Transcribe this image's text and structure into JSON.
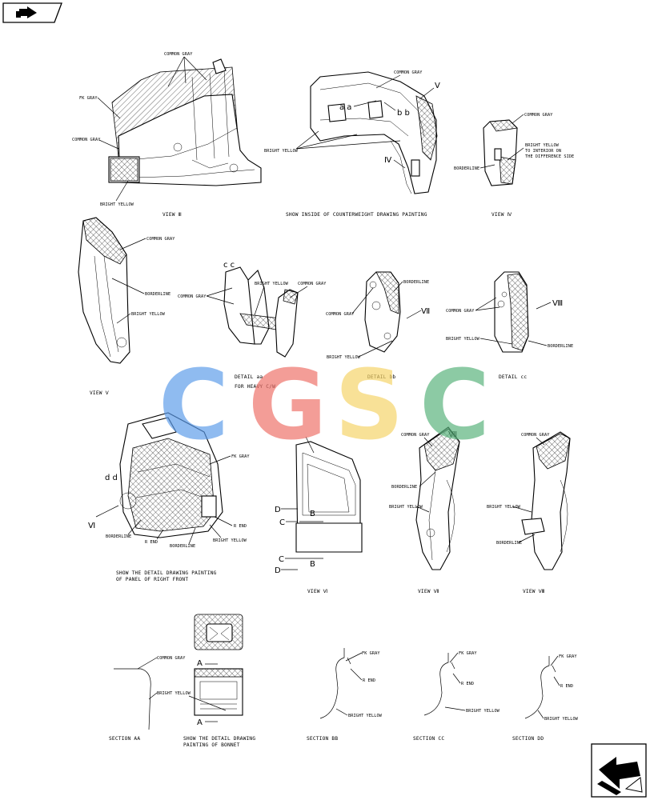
{
  "colors": {
    "line": "#000000",
    "watermark_c1": "#5b9bea",
    "watermark_g": "#ee6f67",
    "watermark_s": "#f6d467",
    "watermark_c2": "#56b27a"
  },
  "icons": {
    "top_left": "folder-arrow-icon",
    "bottom_right": "next-page-arrow-icon"
  },
  "watermark": {
    "c1": "C",
    "g": "G",
    "s": "S",
    "c2": "C"
  },
  "labels": {
    "common_gray": "COMMON GRAY",
    "fk_gray": "FK GRAY",
    "bright_yellow": "BRIGHT YELLOW",
    "borderline": "BORDERLINE",
    "r_end": "R END",
    "bright_yellow_interior": [
      "BRIGHT YELLOW",
      "TO INTERIOR ON",
      "THE DIFFERENCE SIDE"
    ]
  },
  "letters": {
    "aa": "a a",
    "bb": "b b",
    "cc": "c c",
    "dd": "d d",
    "A": "A",
    "B": "B",
    "C": "C",
    "D": "D",
    "IV": "Ⅳ",
    "V": "Ⅴ",
    "VI": "Ⅵ",
    "VII": "Ⅶ",
    "VIII": "Ⅷ"
  },
  "captions": {
    "view3": "VIEW Ⅲ",
    "counterweight": "SHOW INSIDE OF COUNTERWEIGHT DRAWING PAINTING",
    "view4": "VIEW Ⅳ",
    "view5": "VIEW Ⅴ",
    "detail_aa": [
      "DETAIL aa",
      "FOR HEAVY C/W"
    ],
    "detail_bb": "DETAIL bb",
    "detail_cc": "DETAIL cc",
    "right_front": [
      "SHOW THE DETAIL DRAWING PAINTING",
      "OF PANEL OF RIGHT FRONT"
    ],
    "view6": "VIEW Ⅵ",
    "view7": "VIEW Ⅶ",
    "view8": "VIEW Ⅷ",
    "section_aa": "SECTION AA",
    "bonnet": [
      "SHOW THE DETAIL DRAWING",
      "PAINTING OF BONNET"
    ],
    "section_bb": "SECTION BB",
    "section_cc": "SECTION CC",
    "section_dd": "SECTION DD"
  }
}
